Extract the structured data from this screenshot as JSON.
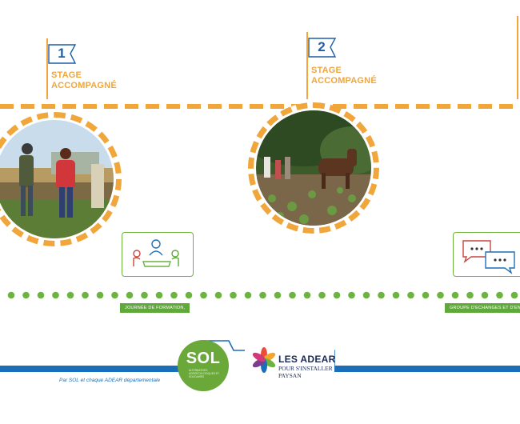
{
  "milestones": [
    {
      "number": "1",
      "label_line1": "STAGE",
      "label_line2": "ACCOMPAGNÉ"
    },
    {
      "number": "2",
      "label_line1": "STAGE",
      "label_line2": "ACCOMPAGNÉ"
    }
  ],
  "activities": [
    {
      "label": "JOURNÉE DE FORMATION,",
      "icon": "meeting-table-icon"
    },
    {
      "label": "GROUPE D'ECHANGES ET D'ENTR",
      "icon": "chat-bubbles-icon"
    }
  ],
  "partners": {
    "caption": "Par SOL et chaque ADEAR départementale",
    "sol": {
      "title": "SOL",
      "subtitle": "ALTERNATIVES AGROÉCOLOGIQUES ET SOLIDAIRES"
    },
    "adear": {
      "title": "LES ADEAR",
      "subtitle_line1": "POUR S'INSTALLER",
      "subtitle_line2": "PAYSAN"
    }
  },
  "colors": {
    "orange": "#f0a63a",
    "green": "#6db33f",
    "blue": "#1a6fbb",
    "flag_number": "#1f5fa8"
  }
}
